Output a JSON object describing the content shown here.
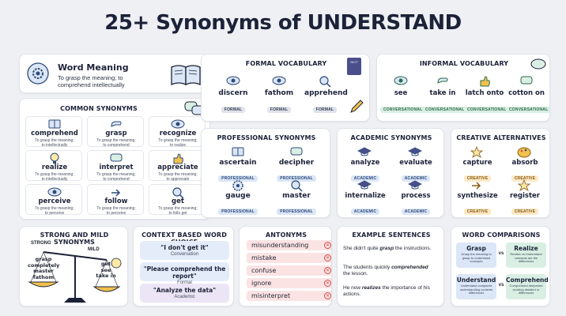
{
  "title": "25+ Synonyms of UNDERSTAND",
  "word_meaning": {
    "heading": "Word Meaning",
    "definition_line1": "To grasp the meaning; to",
    "definition_line2": "comprehend intellectually"
  },
  "common": {
    "title": "COMMON SYNONYMS",
    "items": [
      {
        "word": "comprehend",
        "d1": "To grasp the meaning;",
        "d2": "to intellectually"
      },
      {
        "word": "grasp",
        "d1": "To grasp the meaning;",
        "d2": "to comprehend"
      },
      {
        "word": "recognize",
        "d1": "To grasp the meaning;",
        "d2": "to realize"
      },
      {
        "word": "realize",
        "d1": "To grasp the meaning;",
        "d2": "to intellectually"
      },
      {
        "word": "interpret",
        "d1": "To grasp the meaning;",
        "d2": "to comprehend"
      },
      {
        "word": "appreciate",
        "d1": "To grasp the meaning;",
        "d2": "to appreciate"
      },
      {
        "word": "perceive",
        "d1": "To grasp the meaning;",
        "d2": "to perceive"
      },
      {
        "word": "follow",
        "d1": "To grasp the meaning;",
        "d2": "to perceive"
      },
      {
        "word": "get",
        "d1": "To grasp the meaning;",
        "d2": "to follo get"
      }
    ]
  },
  "formal": {
    "title": "FORMAL VOCABULARY",
    "book_label": "DICT",
    "items": [
      {
        "word": "discern",
        "tag": "FORMAL"
      },
      {
        "word": "fathom",
        "tag": "FORMAL"
      },
      {
        "word": "apprehend",
        "tag": "FORMAL"
      }
    ]
  },
  "informal": {
    "title": "INFORMAL VOCABULARY",
    "items": [
      {
        "word": "see",
        "tag": "CONVERSATIONAL"
      },
      {
        "word": "take in",
        "tag": "CONVERSATIONAL"
      },
      {
        "word": "latch onto",
        "tag": "CONVERSATIONAL"
      },
      {
        "word": "cotton on",
        "tag": "CONVERSATIONAL"
      }
    ]
  },
  "professional": {
    "title": "PROFESSIONAL SYNONYMS",
    "items": [
      {
        "word": "ascertain",
        "tag": "PROFESSIONAL"
      },
      {
        "word": "decipher",
        "tag": "PROFESSIONAL"
      },
      {
        "word": "gauge",
        "tag": "PROFESSIONAL"
      },
      {
        "word": "master",
        "tag": "PROFESSIONAL"
      }
    ]
  },
  "academic": {
    "title": "ACADEMIC SYNONYMS",
    "items": [
      {
        "word": "analyze",
        "tag": "ACADEMIC"
      },
      {
        "word": "evaluate",
        "tag": "ACADEMIC"
      },
      {
        "word": "internalize",
        "tag": "ACADEMIC"
      },
      {
        "word": "process",
        "tag": "ACADEMIC"
      }
    ]
  },
  "creative": {
    "title": "CREATIVE ALTERNATIVES",
    "items": [
      {
        "word": "capture",
        "tag": "CREATIVE"
      },
      {
        "word": "absorb",
        "tag": "CREATIVE"
      },
      {
        "word": "synthesize",
        "tag": "CREATIVE"
      },
      {
        "word": "register",
        "tag": "CREATIVE"
      }
    ]
  },
  "strong_mild": {
    "title": "STRONG AND MILD SYNONYMS",
    "strong_label": "STRONG",
    "mild_label": "MILD",
    "strong_words": [
      "grasp",
      "completely",
      "master",
      "fathom"
    ],
    "mild_words": [
      "get",
      "see",
      "take in"
    ]
  },
  "context": {
    "title": "CONTEXT BASED WORD CHOICE",
    "items": [
      {
        "quote": "\"I don't get it\"",
        "register": "Conversation",
        "color": "#e4ecfa"
      },
      {
        "quote": "\"Please comprehend the report\"",
        "register": "Formal",
        "color": "#e4ecfa"
      },
      {
        "quote": "\"Analyze the data\"",
        "register": "Academic",
        "color": "#ece5f6"
      }
    ]
  },
  "antonyms": {
    "title": "ANTONYMS",
    "items": [
      "misunderstanding",
      "mistake",
      "confuse",
      "ignore",
      "misinterpret"
    ],
    "x_glyph": "✕"
  },
  "examples": {
    "title": "EXAMPLE SENTENCES",
    "sentences": [
      {
        "pre": "She didn't quite ",
        "em": "grasp",
        "post": " the instructions."
      },
      {
        "pre": "The students quickly ",
        "em": "comprehended",
        "post": " the lesson."
      },
      {
        "pre": "He now ",
        "em": "realizes",
        "post": " the importance of his actions."
      }
    ]
  },
  "comparisons": {
    "title": "WORD COMPARISONS",
    "vs_label": "vs",
    "pairs": [
      {
        "a": {
          "word": "Grasp",
          "desc": "Grasp the meaning to grasp to understand concepts"
        },
        "b": {
          "word": "Realize",
          "desc": "Realize vs Understand concepts are the differences"
        }
      },
      {
        "a": {
          "word": "Understand",
          "desc": "Understand compared understanding contexts differences"
        },
        "b": {
          "word": "Comprehend",
          "desc": "Comprehend deepened wording detailed or differences"
        }
      }
    ],
    "colors": {
      "blue": "#dbe6f6",
      "green": "#d9efe3"
    }
  }
}
